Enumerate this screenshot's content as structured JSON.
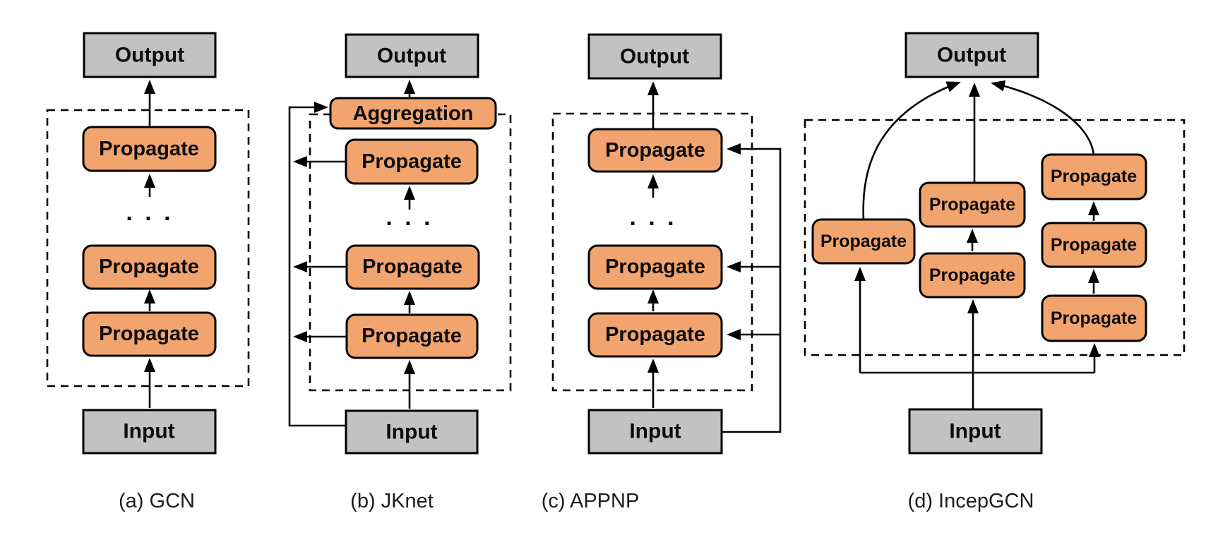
{
  "figure_title": "GNN architecture comparison diagram",
  "colors": {
    "block_fill": "#F2A46E",
    "io_fill": "#C2C2C2",
    "outline": "#000000",
    "background": "#FFFFFF"
  },
  "panels": {
    "gcn": {
      "caption": "(a)  GCN",
      "output": "Output",
      "input": "Input",
      "dots": ". . .",
      "blocks": [
        "Propagate",
        "Propagate",
        "Propagate"
      ]
    },
    "jknet": {
      "caption": "(b)  JKnet",
      "output": "Output",
      "input": "Input",
      "aggregation": "Aggregation",
      "dots": ". . .",
      "blocks": [
        "Propagate",
        "Propagate",
        "Propagate"
      ]
    },
    "appnp": {
      "caption": "(c)  APPNP",
      "output": "Output",
      "input": "Input",
      "dots": ". . .",
      "blocks": [
        "Propagate",
        "Propagate",
        "Propagate"
      ]
    },
    "incepgcn": {
      "caption": "(d) IncepGCN",
      "output": "Output",
      "input": "Input",
      "branches": {
        "left": [
          "Propagate"
        ],
        "middle": [
          "Propagate",
          "Propagate"
        ],
        "right": [
          "Propagate",
          "Propagate",
          "Propagate"
        ]
      }
    }
  }
}
